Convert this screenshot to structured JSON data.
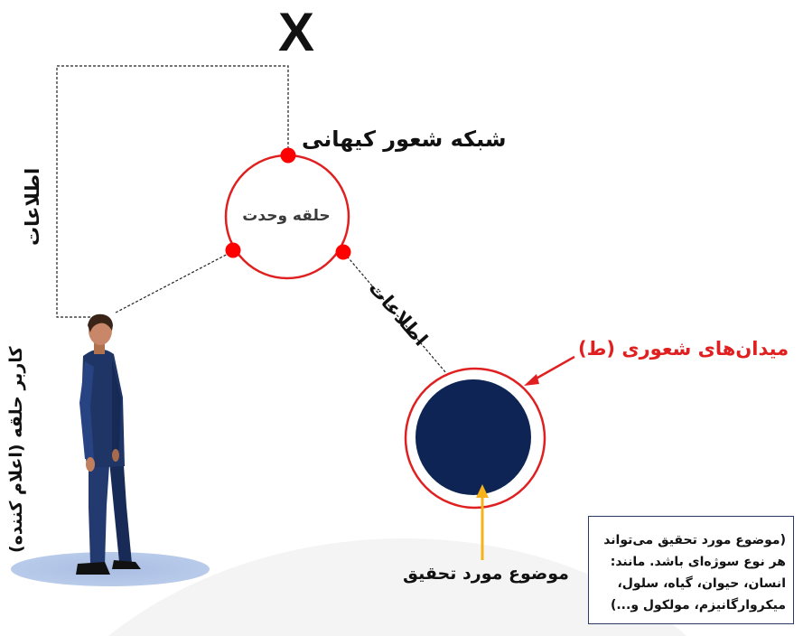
{
  "labels": {
    "x_mark": "X",
    "network": "شبکه شعور کیهانی",
    "unity_circle": "حلقه وحدت",
    "information_left": "اطلاعات",
    "information_diagonal": "اطلاعات",
    "user": "کاربر حلقه (اعلام کننده)",
    "consciousness_fields": "میدان‌های شعوری (ط)",
    "research_subject": "موضوع مورد تحقیق"
  },
  "note": {
    "lines": [
      "(موضوع مورد تحقیق می‌تواند",
      "هر نوع سوژه‌ای باشد. مانند:",
      "انسان، حیوان، گیاه، سلول،",
      "میکروارگانیزم، مولکول و...)"
    ]
  },
  "colors": {
    "ring_red": "#e02020",
    "node_red": "#ff0000",
    "subject_fill": "#0d2454",
    "arrow_yellow": "#f5b21a",
    "suit_navy": "#1f3566",
    "dashed_line": "#222222",
    "note_border": "#2b3a67",
    "floor_shadow": "#a9bde3"
  },
  "icons": {
    "person": "standing-man-figure",
    "x_mark": "x-letter"
  }
}
